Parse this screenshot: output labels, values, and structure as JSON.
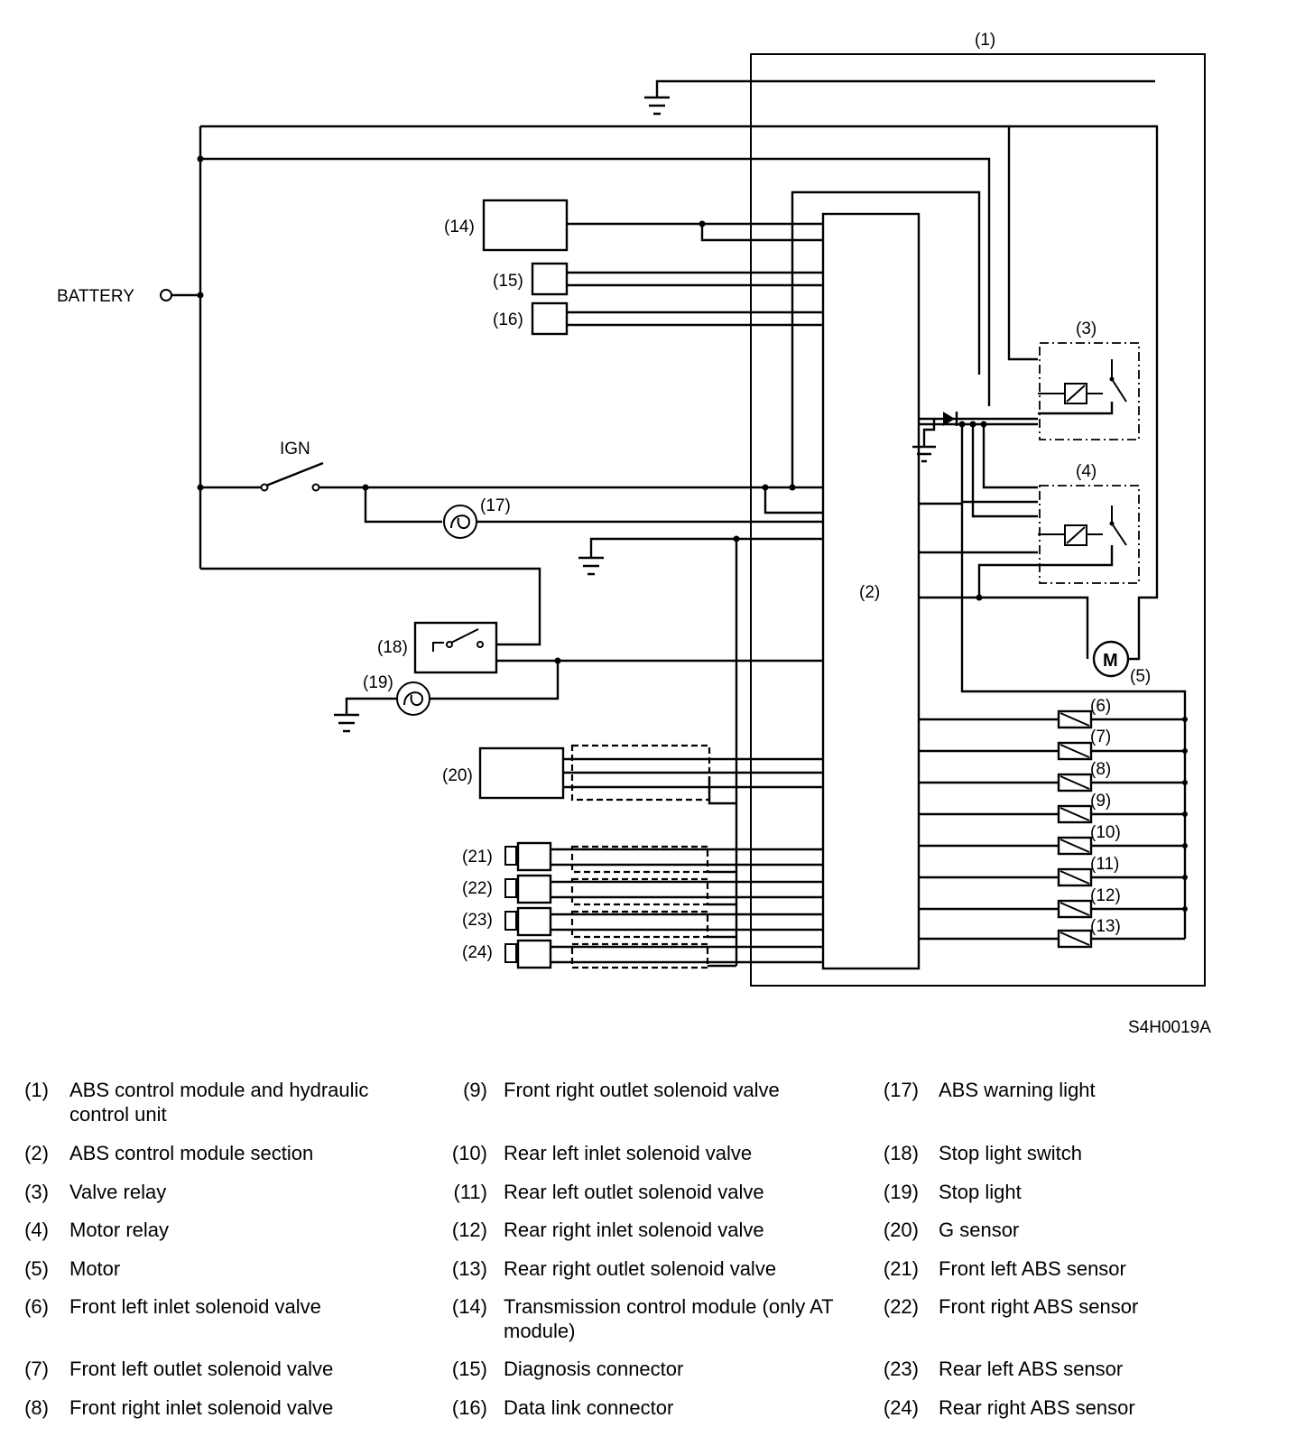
{
  "diagram": {
    "component_labels": {
      "c1": "(1)",
      "c2": "(2)",
      "c3": "(3)",
      "c4": "(4)",
      "c5": "(5)",
      "c6": "(6)",
      "c7": "(7)",
      "c8": "(8)",
      "c9": "(9)",
      "c10": "(10)",
      "c11": "(11)",
      "c12": "(12)",
      "c13": "(13)",
      "c14": "(14)",
      "c15": "(15)",
      "c16": "(16)",
      "c17": "(17)",
      "c18": "(18)",
      "c19": "(19)",
      "c20": "(20)",
      "c21": "(21)",
      "c22": "(22)",
      "c23": "(23)",
      "c24": "(24)"
    },
    "battery_label": "BATTERY",
    "ign_label": "IGN",
    "motor_symbol": "M",
    "figure_code": "S4H0019A"
  },
  "legend": [
    {
      "num": "(1)",
      "text": "ABS control module and hydraulic control unit"
    },
    {
      "num": "(2)",
      "text": "ABS control module section"
    },
    {
      "num": "(3)",
      "text": "Valve relay"
    },
    {
      "num": "(4)",
      "text": "Motor relay"
    },
    {
      "num": "(5)",
      "text": "Motor"
    },
    {
      "num": "(6)",
      "text": "Front left inlet solenoid valve"
    },
    {
      "num": "(7)",
      "text": "Front left outlet solenoid valve"
    },
    {
      "num": "(8)",
      "text": "Front right inlet solenoid valve"
    },
    {
      "num": "(9)",
      "text": "Front right outlet solenoid valve"
    },
    {
      "num": "(10)",
      "text": "Rear left inlet solenoid valve"
    },
    {
      "num": "(11)",
      "text": "Rear left outlet solenoid valve"
    },
    {
      "num": "(12)",
      "text": "Rear right inlet solenoid valve"
    },
    {
      "num": "(13)",
      "text": "Rear right outlet solenoid valve"
    },
    {
      "num": "(14)",
      "text": "Transmission control module (only AT module)"
    },
    {
      "num": "(15)",
      "text": "Diagnosis connector"
    },
    {
      "num": "(16)",
      "text": "Data link connector"
    },
    {
      "num": "(17)",
      "text": "ABS warning light"
    },
    {
      "num": "(18)",
      "text": "Stop light switch"
    },
    {
      "num": "(19)",
      "text": "Stop light"
    },
    {
      "num": "(20)",
      "text": "G sensor"
    },
    {
      "num": "(21)",
      "text": "Front left ABS sensor"
    },
    {
      "num": "(22)",
      "text": "Front right ABS sensor"
    },
    {
      "num": "(23)",
      "text": "Rear left ABS sensor"
    },
    {
      "num": "(24)",
      "text": "Rear right ABS sensor"
    }
  ]
}
